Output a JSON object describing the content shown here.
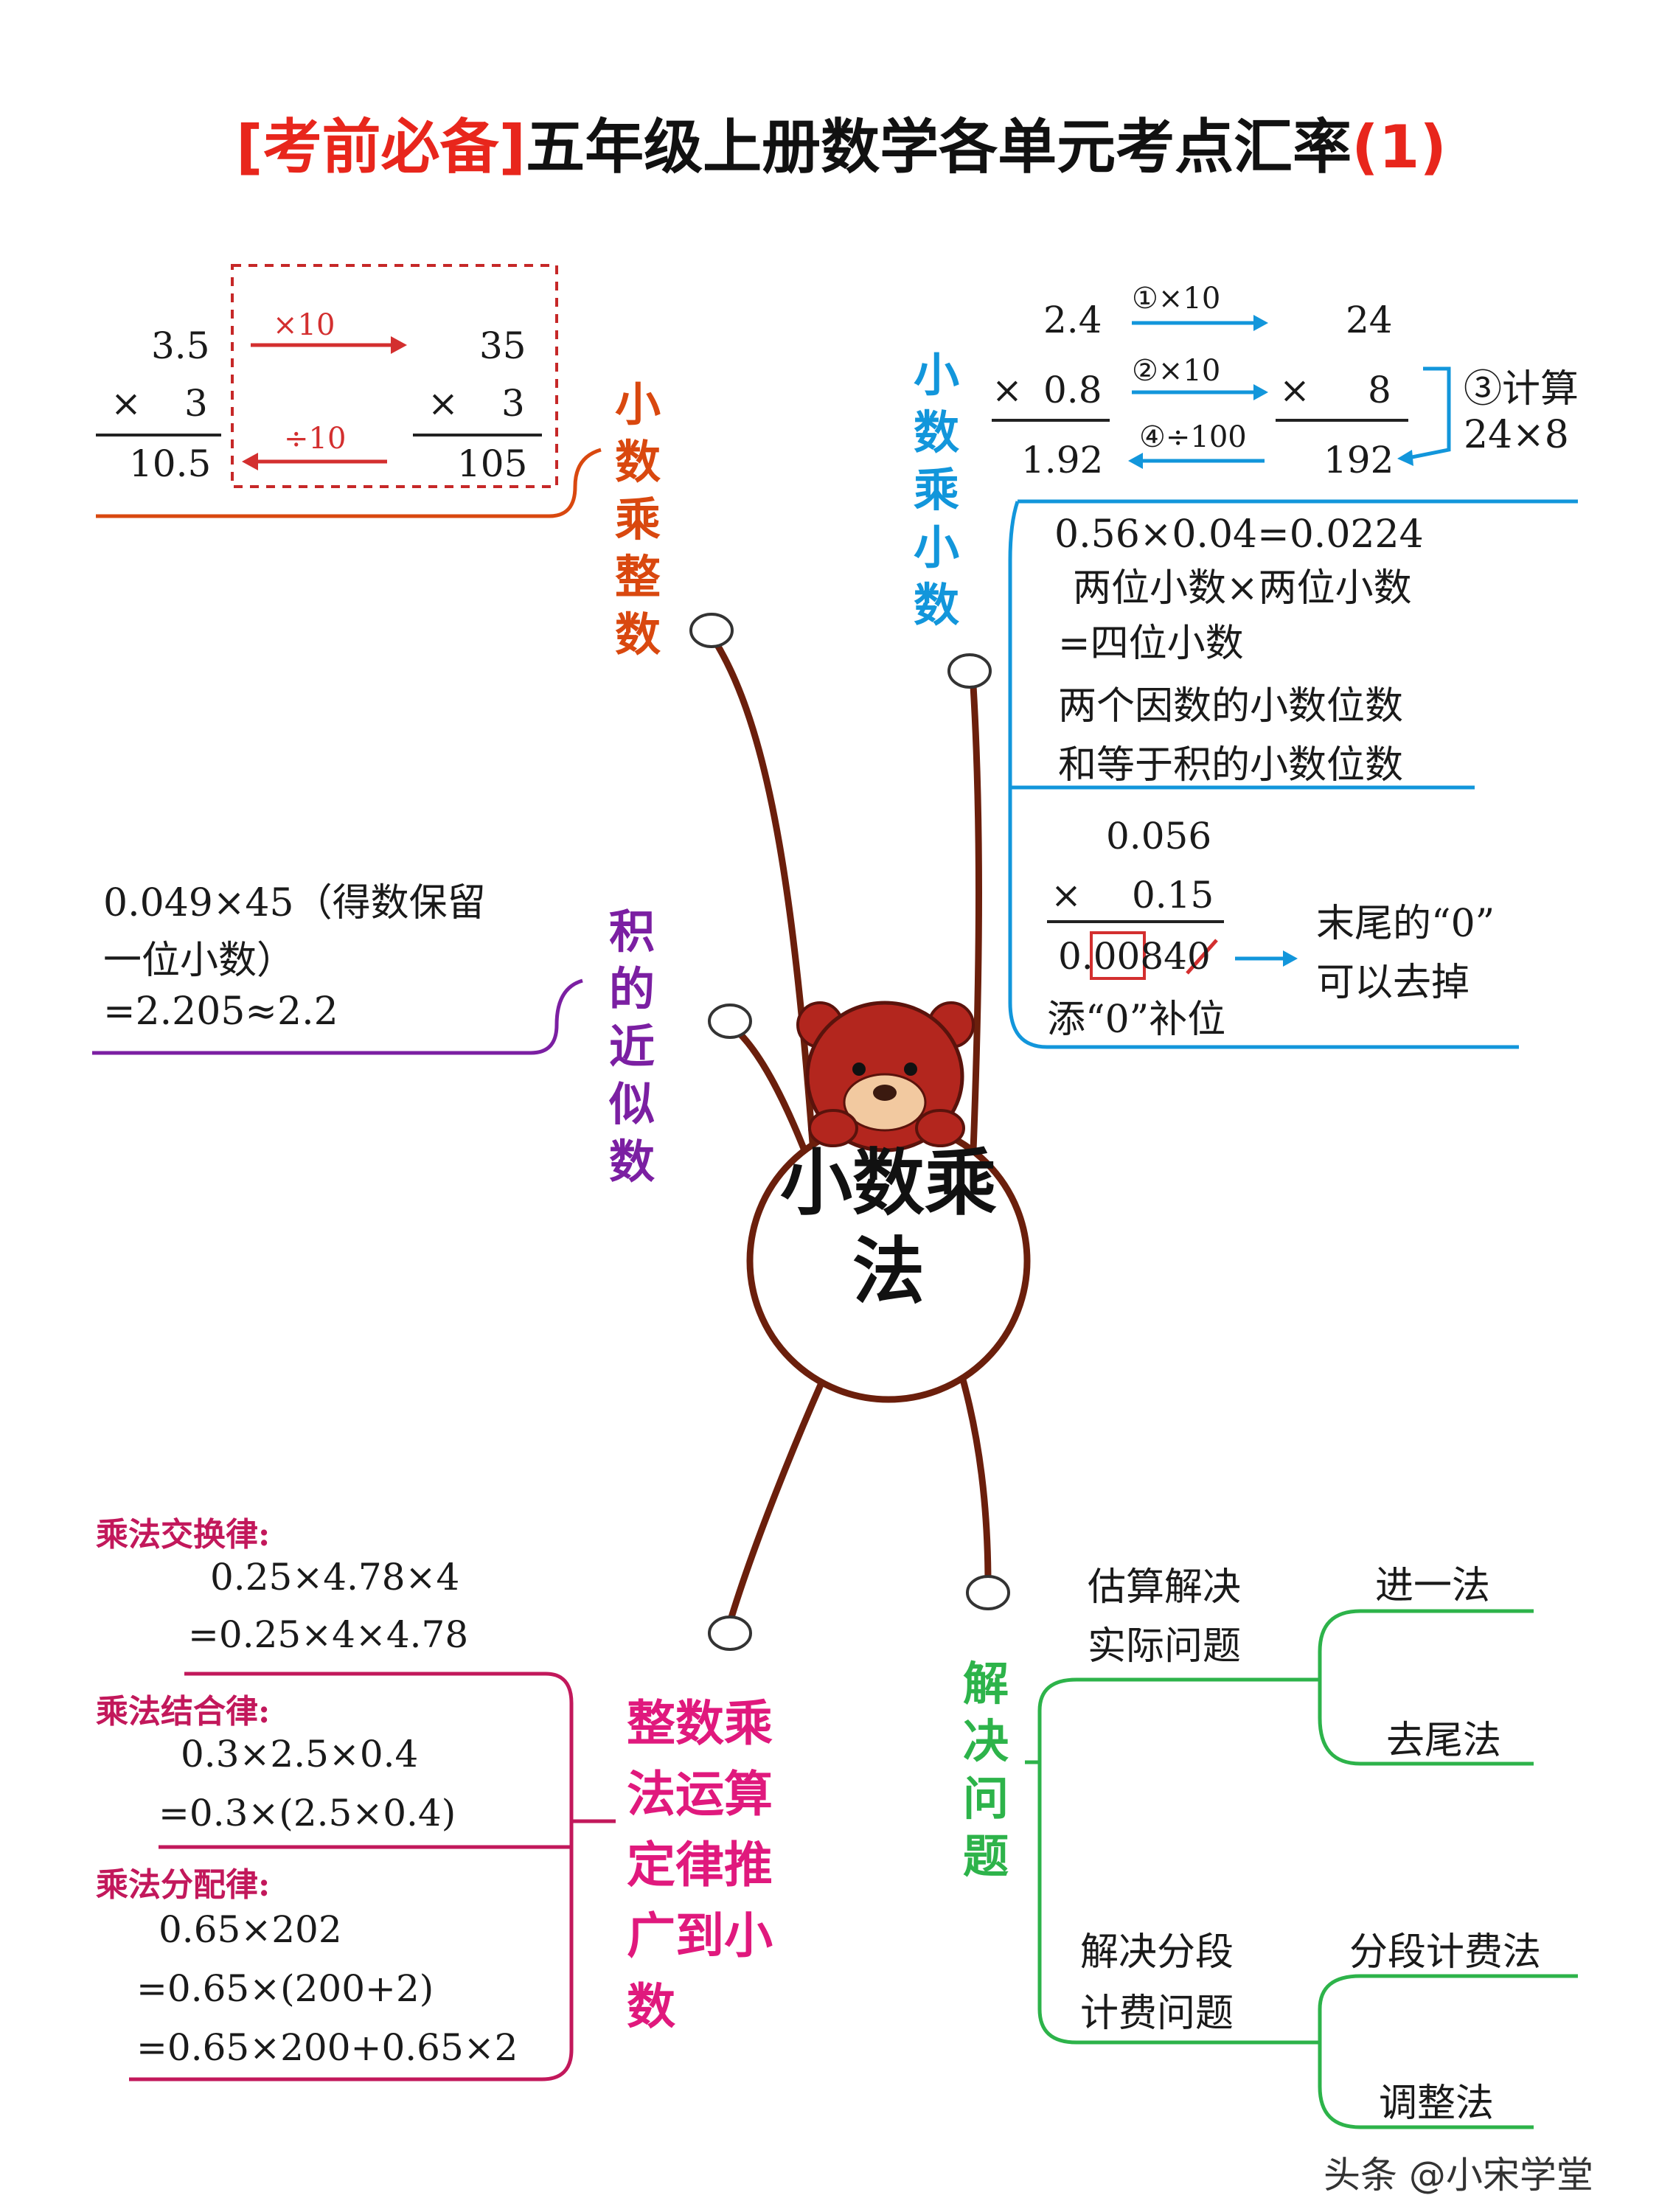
{
  "title": {
    "bracket": "[考前必备]",
    "main": "五年级上册数学各单元考点汇率",
    "num": "(1)"
  },
  "hub": {
    "text": "小数乘法"
  },
  "branches": {
    "int_mult": {
      "label": "小数乘整数",
      "calc_left": {
        "top": "3.5",
        "op": "×",
        "factor": "3",
        "result": "10.5"
      },
      "calc_right": {
        "top": "35",
        "op": "×",
        "factor": "3",
        "result": "105"
      },
      "arrow_top": "×10",
      "arrow_bottom": "÷10"
    },
    "dec_mult": {
      "label": "小数乘小数",
      "calc_left": {
        "top": "2.4",
        "op": "×",
        "factor": "0.8",
        "result": "1.92"
      },
      "calc_right": {
        "top": "24",
        "op": "×",
        "factor": "8",
        "result": "192"
      },
      "arrow1": "①×10",
      "arrow2": "②×10",
      "arrow4": "④÷100",
      "step3_a": "③计算",
      "step3_b": "24×8",
      "rule_lines": [
        "0.56×0.04=0.0224",
        "两位小数×两位小数",
        "=四位小数",
        "两个因数的小数位数",
        "和等于积的小数位数"
      ],
      "calc2": {
        "top": "0.056",
        "op": "×",
        "factor": "0.15",
        "result": "0.00840",
        "note_pad": "添“0”补位",
        "note_end_a": "末尾的“0”",
        "note_end_b": "可以去掉"
      }
    },
    "approx": {
      "label": "积的近似数",
      "lines": [
        "0.049×45（得数保留",
        "一位小数）",
        "=2.205≈2.2"
      ]
    },
    "laws": {
      "label": "整数乘法运算定律推广到小数",
      "commutative": {
        "name": "乘法交换律:",
        "lines": [
          "0.25×4.78×4",
          "=0.25×4×4.78"
        ]
      },
      "associative": {
        "name": "乘法结合律:",
        "lines": [
          "0.3×2.5×0.4",
          "=0.3×(2.5×0.4)"
        ]
      },
      "distributive": {
        "name": "乘法分配律:",
        "lines": [
          "0.65×202",
          "=0.65×(200+2)",
          "=0.65×200+0.65×2"
        ]
      }
    },
    "problems": {
      "label": "解决问题",
      "estimate": {
        "title_a": "估算解决",
        "title_b": "实际问题",
        "opt1": "进一法",
        "opt2": "去尾法"
      },
      "segment": {
        "title_a": "解决分段",
        "title_b": "计费问题",
        "opt1": "分段计费法",
        "opt2": "调整法"
      }
    }
  },
  "watermark": "头条 @小宋学堂",
  "colors": {
    "title_red": "#e8261c",
    "int_mult": "#d9480f",
    "dec_mult": "#1296db",
    "approx": "#7b1fa2",
    "laws": "#e0197d",
    "problems": "#2db34a",
    "stem": "#6b1f0c",
    "bear": "#b3261e"
  }
}
